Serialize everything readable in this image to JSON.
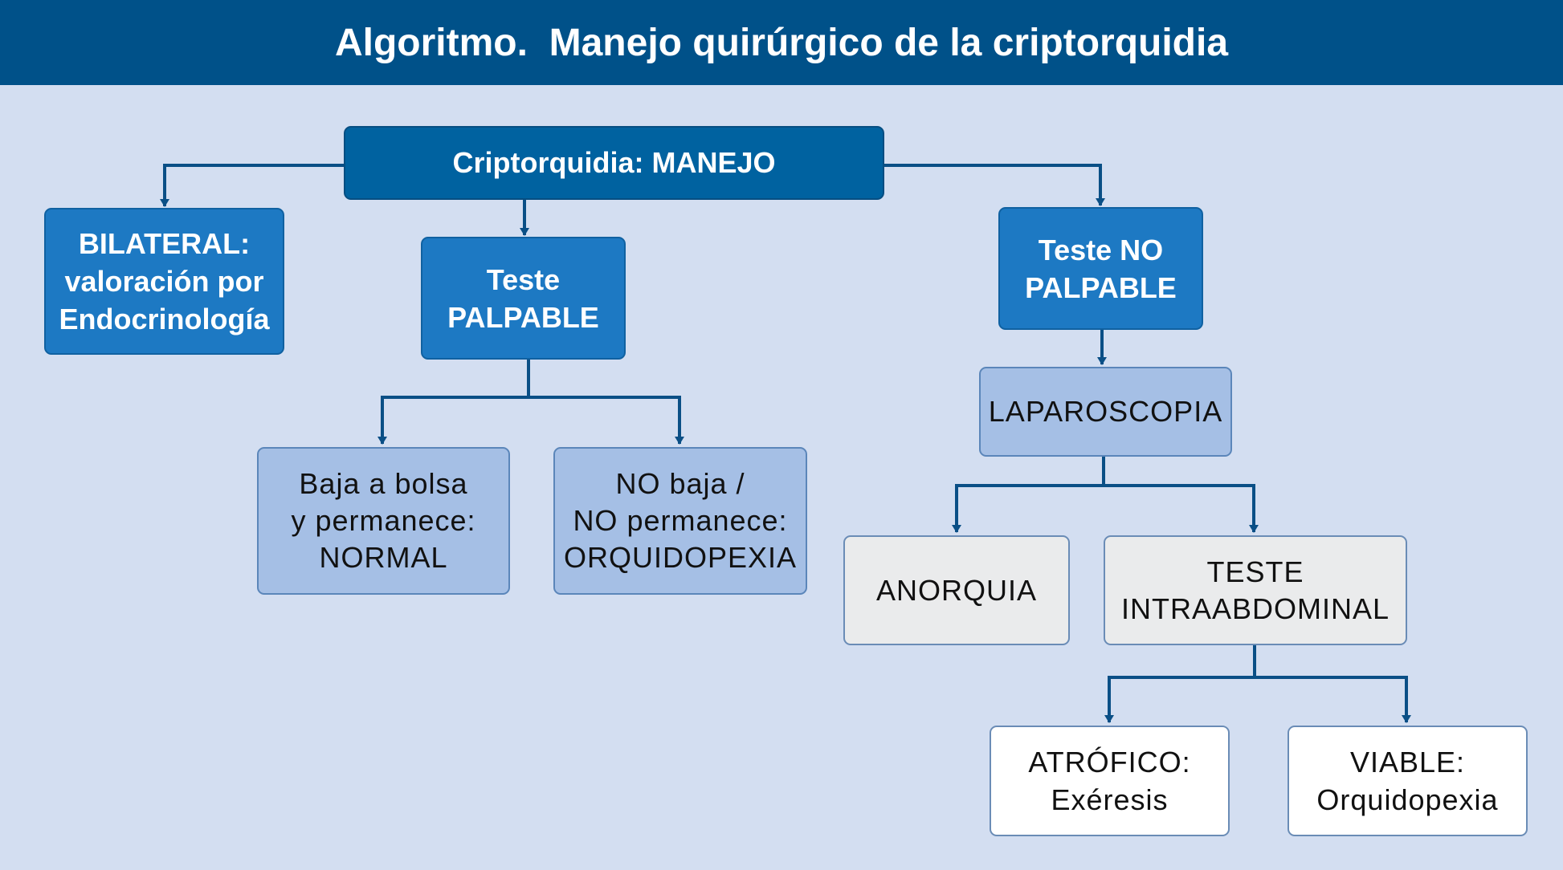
{
  "title": "Algoritmo.  Manejo quirúrgico de la criptorquidia",
  "colors": {
    "header": "#005189",
    "background": "#d3def1",
    "connector": "#0a4f86",
    "root_box": "#0062a0",
    "category_box": "#1d79c3",
    "step_box": "#a5bfe5",
    "gray_box": "#eaebec",
    "white_box": "#ffffff"
  },
  "nodes": {
    "root": "Criptorquidia: MANEJO",
    "bilateral": "BILATERAL:\nvaloración por\nEndocrinología",
    "palpable": "Teste\nPALPABLE",
    "no_palpable": "Teste NO\nPALPABLE",
    "normal": "Baja a bolsa\ny permanece:\nNORMAL",
    "orquidopexia": "NO baja /\nNO permanece:\nORQUIDOPEXIA",
    "laparoscopia": "LAPAROSCOPIA",
    "anorquia": "ANORQUIA",
    "intraabdominal": "TESTE\nINTRAABDOMINAL",
    "atrofico": "ATRÓFICO:\nExéresis",
    "viable": "VIABLE:\nOrquidopexia"
  }
}
